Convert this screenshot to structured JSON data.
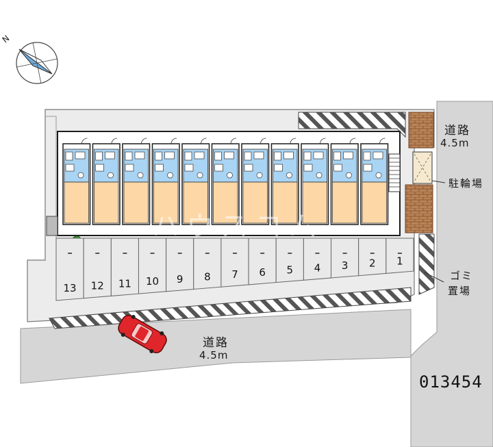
{
  "compass": {
    "north_label": "N",
    "icon": "compass-icon"
  },
  "roads": {
    "east": {
      "name": "道路",
      "width": "4.5m"
    },
    "south": {
      "name": "道路",
      "width": "4.5m"
    }
  },
  "facilities": {
    "bicycle_parking": "駐輪場",
    "garbage_area_line1": "ゴミ",
    "garbage_area_line2": "置場"
  },
  "parking_numbers": [
    "13",
    "12",
    "11",
    "10",
    "9",
    "8",
    "7",
    "6",
    "5",
    "4",
    "3",
    "2",
    "1"
  ],
  "units_count": 11,
  "plan_id": "013454",
  "watermark": "ハウスコム",
  "colors": {
    "road": "#d9d9d9",
    "lot": "#ececec",
    "unit_floor": "#fdd7a6",
    "unit_bath": "#a9d4f3",
    "building_outline": "#1c1c1c",
    "brick": "#b07a4f",
    "car": "#e0262b",
    "greenery": "#3f9a3b"
  },
  "vehicle": {
    "type": "car",
    "color_name": "red",
    "icon": "car-icon"
  }
}
